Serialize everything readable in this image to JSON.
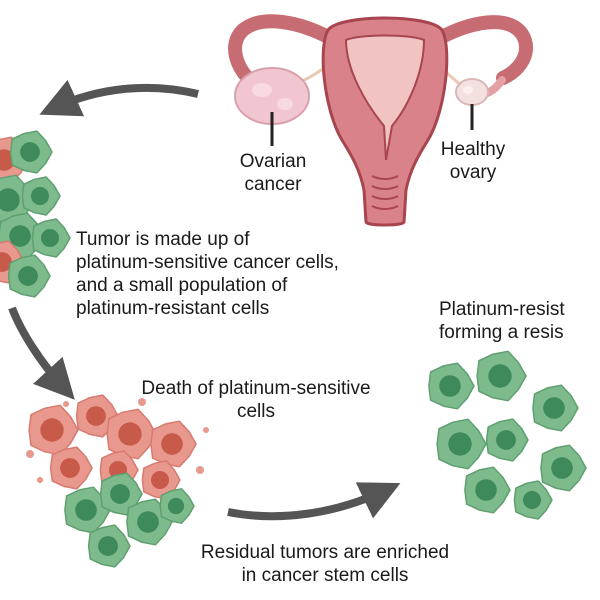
{
  "labels": {
    "ovarian_cancer": "Ovarian\ncancer",
    "healthy_ovary": "Healthy\novary",
    "tumor_description": "Tumor is made up of\nplatinum-sensitive cancer cells,\nand a small population of\nplatinum-resistant cells",
    "platinum_resistant_cropped": "Platinum-resist\nforming a resis",
    "death_sensitive": "Death of platinum-sensitive\ncells",
    "residual_tumors": "Residual tumors are enriched\nin cancer stem cells"
  },
  "colors": {
    "uterus": "#d9828a",
    "uterus_dark": "#a8454e",
    "uterus_light": "#f1c3c3",
    "tube_pink": "#e3a0a5",
    "ovary_cancer": "#f2c6d0",
    "ovary_healthy": "#f5e0e0",
    "green_cell": "#7dbb8c",
    "green_nucleus": "#3f8a5a",
    "pink_cell": "#e9988e",
    "pink_nucleus": "#c85a4a",
    "arrow": "#555555",
    "pointer": "#222222"
  }
}
